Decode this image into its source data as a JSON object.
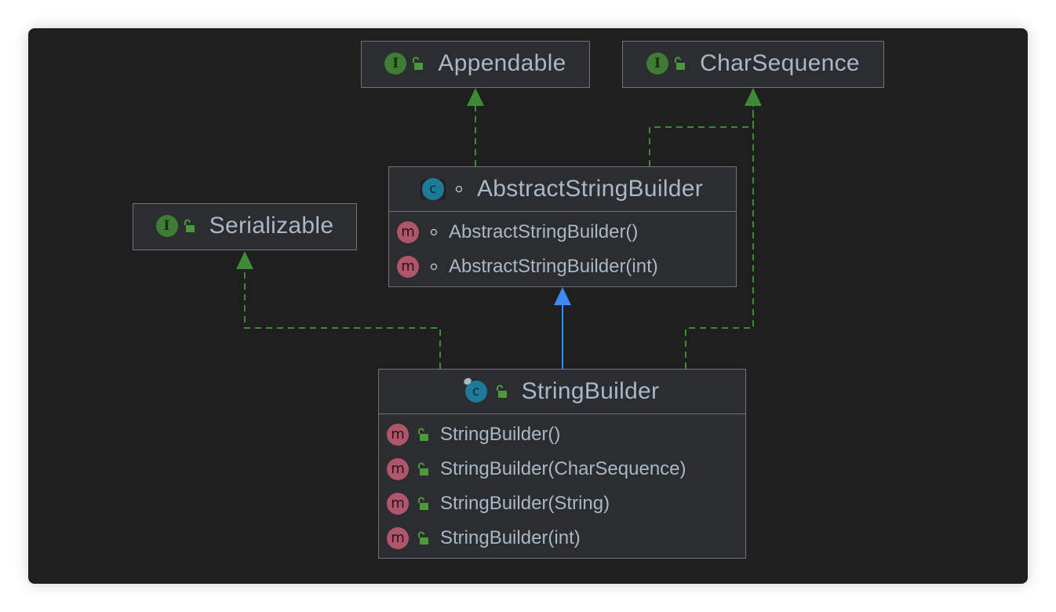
{
  "colors": {
    "background": "#1f1f1f",
    "node_fill": "#2b2d30",
    "node_border": "#6f737a",
    "text": "#a9b7c6",
    "implements_edge": "#3f8a34",
    "extends_edge": "#3d8af7",
    "interface_badge": "#3f7d34",
    "class_badge": "#1d7b99",
    "method_badge": "#b0566b"
  },
  "nodes": {
    "appendable": {
      "kind": "interface",
      "badge": "I",
      "visibility": "public",
      "name": "Appendable"
    },
    "charsequence": {
      "kind": "interface",
      "badge": "I",
      "visibility": "public",
      "name": "CharSequence"
    },
    "serializable": {
      "kind": "interface",
      "badge": "I",
      "visibility": "public",
      "name": "Serializable"
    },
    "abstract_string_builder": {
      "kind": "abstract-class",
      "badge": "C",
      "visibility": "package-private",
      "name": "AbstractStringBuilder",
      "members": [
        {
          "badge": "m",
          "visibility": "package-private",
          "signature": "AbstractStringBuilder()"
        },
        {
          "badge": "m",
          "visibility": "package-private",
          "signature": "AbstractStringBuilder(int)"
        }
      ]
    },
    "string_builder": {
      "kind": "final-class",
      "badge": "C",
      "visibility": "public",
      "name": "StringBuilder",
      "members": [
        {
          "badge": "m",
          "visibility": "public",
          "signature": "StringBuilder()"
        },
        {
          "badge": "m",
          "visibility": "public",
          "signature": "StringBuilder(CharSequence)"
        },
        {
          "badge": "m",
          "visibility": "public",
          "signature": "StringBuilder(String)"
        },
        {
          "badge": "m",
          "visibility": "public",
          "signature": "StringBuilder(int)"
        }
      ]
    }
  },
  "edges": [
    {
      "from": "abstract_string_builder",
      "to": "appendable",
      "type": "implements"
    },
    {
      "from": "abstract_string_builder",
      "to": "charsequence",
      "type": "implements"
    },
    {
      "from": "string_builder",
      "to": "abstract_string_builder",
      "type": "extends"
    },
    {
      "from": "string_builder",
      "to": "serializable",
      "type": "implements"
    },
    {
      "from": "string_builder",
      "to": "charsequence",
      "type": "implements"
    }
  ],
  "icons": {
    "interface": "interface-badge-icon",
    "class": "class-badge-icon",
    "method": "method-badge-icon",
    "public": "unlocked-padlock-icon",
    "package_private": "hollow-circle-icon"
  }
}
